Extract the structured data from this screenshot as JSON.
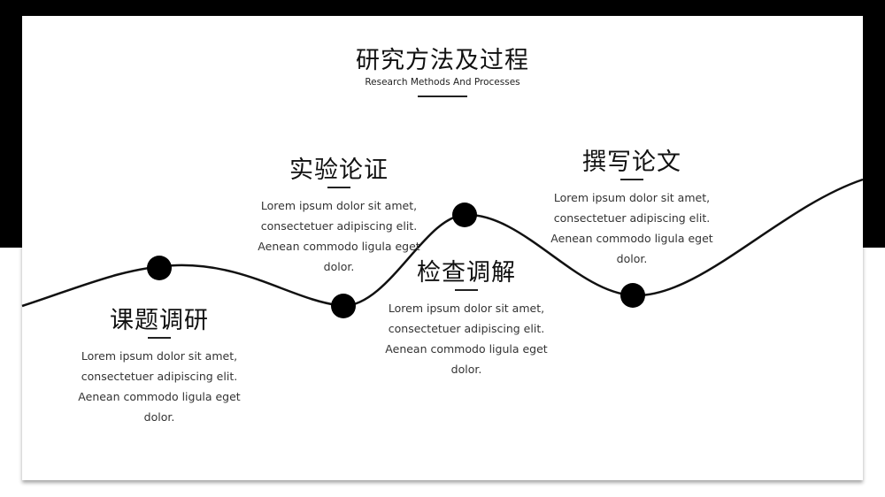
{
  "header": {
    "title": "研究方法及过程",
    "subtitle": "Research Methods And Processes"
  },
  "steps": [
    {
      "title": "课题调研",
      "body": "Lorem ipsum dolor sit amet, consectetuer adipiscing elit. Aenean commodo ligula eget dolor."
    },
    {
      "title": "实验论证",
      "body": "Lorem ipsum dolor sit amet, consectetuer adipiscing elit. Aenean commodo ligula eget dolor."
    },
    {
      "title": "检查调解",
      "body": "Lorem ipsum dolor sit amet, consectetuer adipiscing elit. Aenean commodo ligula eget dolor."
    },
    {
      "title": "撰写论文",
      "body": "Lorem ipsum dolor sit amet, consectetuer adipiscing elit. Aenean commodo ligula eget dolor."
    }
  ],
  "colors": {
    "line": "#111111",
    "background": "#ffffff",
    "band": "#000000"
  }
}
